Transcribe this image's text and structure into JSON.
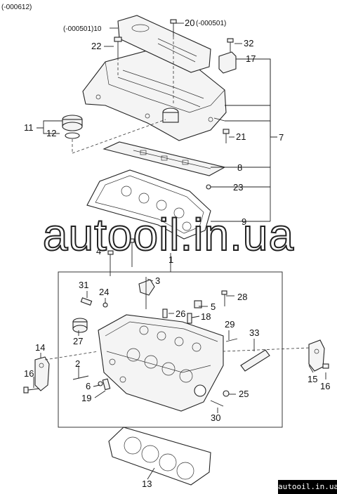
{
  "header": {
    "code": "(-000612)"
  },
  "callouts": {
    "c10": "(-000501)10",
    "c20": "20",
    "c20note": "(-000501)",
    "c32": "32",
    "c22": "22",
    "c17": "17",
    "c11": "11",
    "c12": "12",
    "c21": "21",
    "c7": "7",
    "c8": "8",
    "c23": "23",
    "c9": "9",
    "c4": "4",
    "c1": "1",
    "c3": "3",
    "c31": "31",
    "c24": "24",
    "c5": "5",
    "c28": "28",
    "c26": "26",
    "c18": "18",
    "c29": "29",
    "c27": "27",
    "c33": "33",
    "c14": "14",
    "c2": "2",
    "c16a": "16",
    "c6": "6",
    "c19": "19",
    "c25": "25",
    "c15": "15",
    "c16b": "16",
    "c30": "30",
    "c13": "13"
  },
  "watermark": {
    "text": "autooil.in.ua"
  },
  "badge": {
    "text": "autooil.in.ua"
  }
}
